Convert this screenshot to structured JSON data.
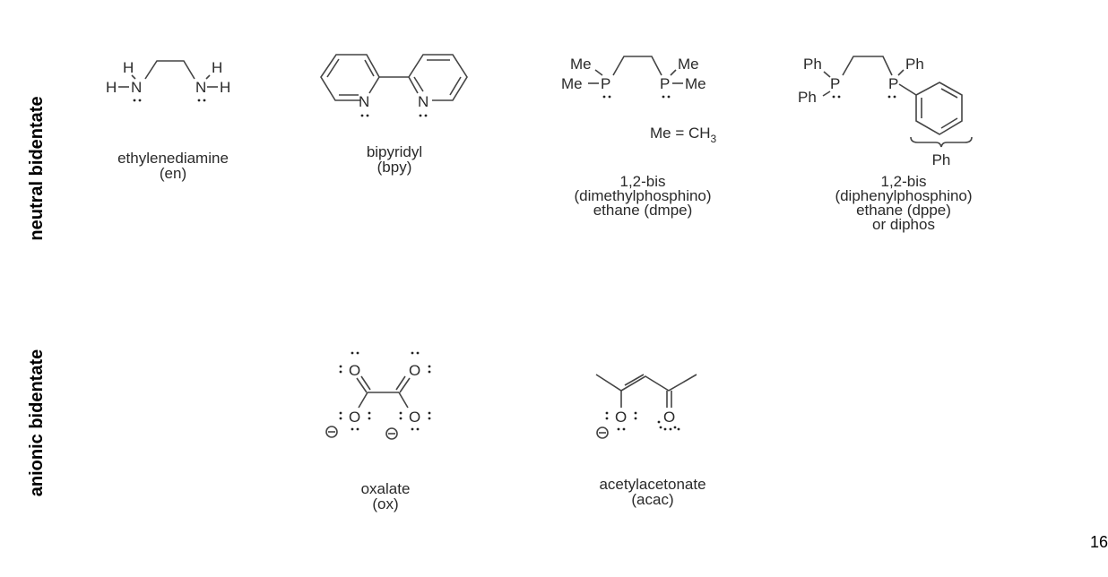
{
  "row_labels": {
    "neutral": "neutral bidentate",
    "anionic": "anionic bidentate"
  },
  "ligands": {
    "en": {
      "name": "ethylenediamine",
      "abbr": "(en)",
      "atoms": {
        "N": "N",
        "H": "H"
      }
    },
    "bpy": {
      "name": "bipyridyl",
      "abbr": "(bpy)",
      "atoms": {
        "N": "N"
      }
    },
    "dmpe": {
      "line1": "1,2-bis",
      "line2": "(dimethylphosphino)",
      "line3": "ethane (dmpe)",
      "atoms": {
        "P": "P",
        "Me": "Me"
      },
      "note_main": "Me = CH",
      "note_sub": "3"
    },
    "dppe": {
      "line1": "1,2-bis",
      "line2": "(diphenylphosphino)",
      "line3": "ethane (dppe)",
      "line4": "or diphos",
      "atoms": {
        "P": "P",
        "Ph": "Ph"
      },
      "brace_label": "Ph"
    },
    "ox": {
      "name": "oxalate",
      "abbr": "(ox)",
      "atoms": {
        "O": "O"
      }
    },
    "acac": {
      "name": "acetylacetonate",
      "abbr": "(acac)",
      "atoms": {
        "O": "O"
      }
    }
  },
  "page_number": "16"
}
